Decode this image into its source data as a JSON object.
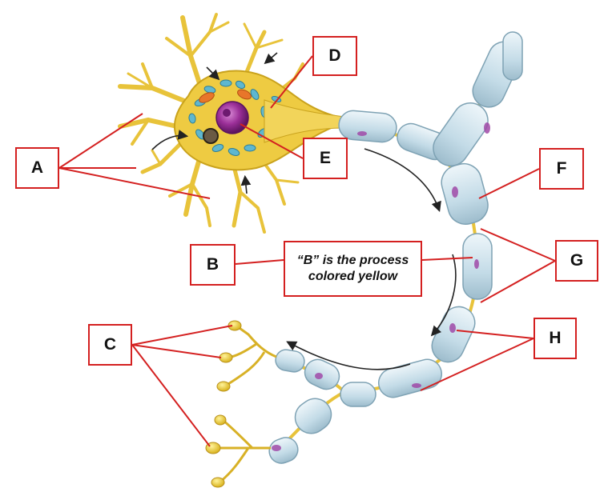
{
  "labels": {
    "A": "A",
    "B": "B",
    "C": "C",
    "D": "D",
    "E": "E",
    "F": "F",
    "G": "G",
    "H": "H"
  },
  "note": {
    "line1": "“B” is the process",
    "line2": "colored yellow"
  },
  "colors": {
    "leader": "#d42020",
    "process": "#f2cc3a",
    "sheath": "#c7dde8",
    "nucleus": "#8e2f8e"
  }
}
